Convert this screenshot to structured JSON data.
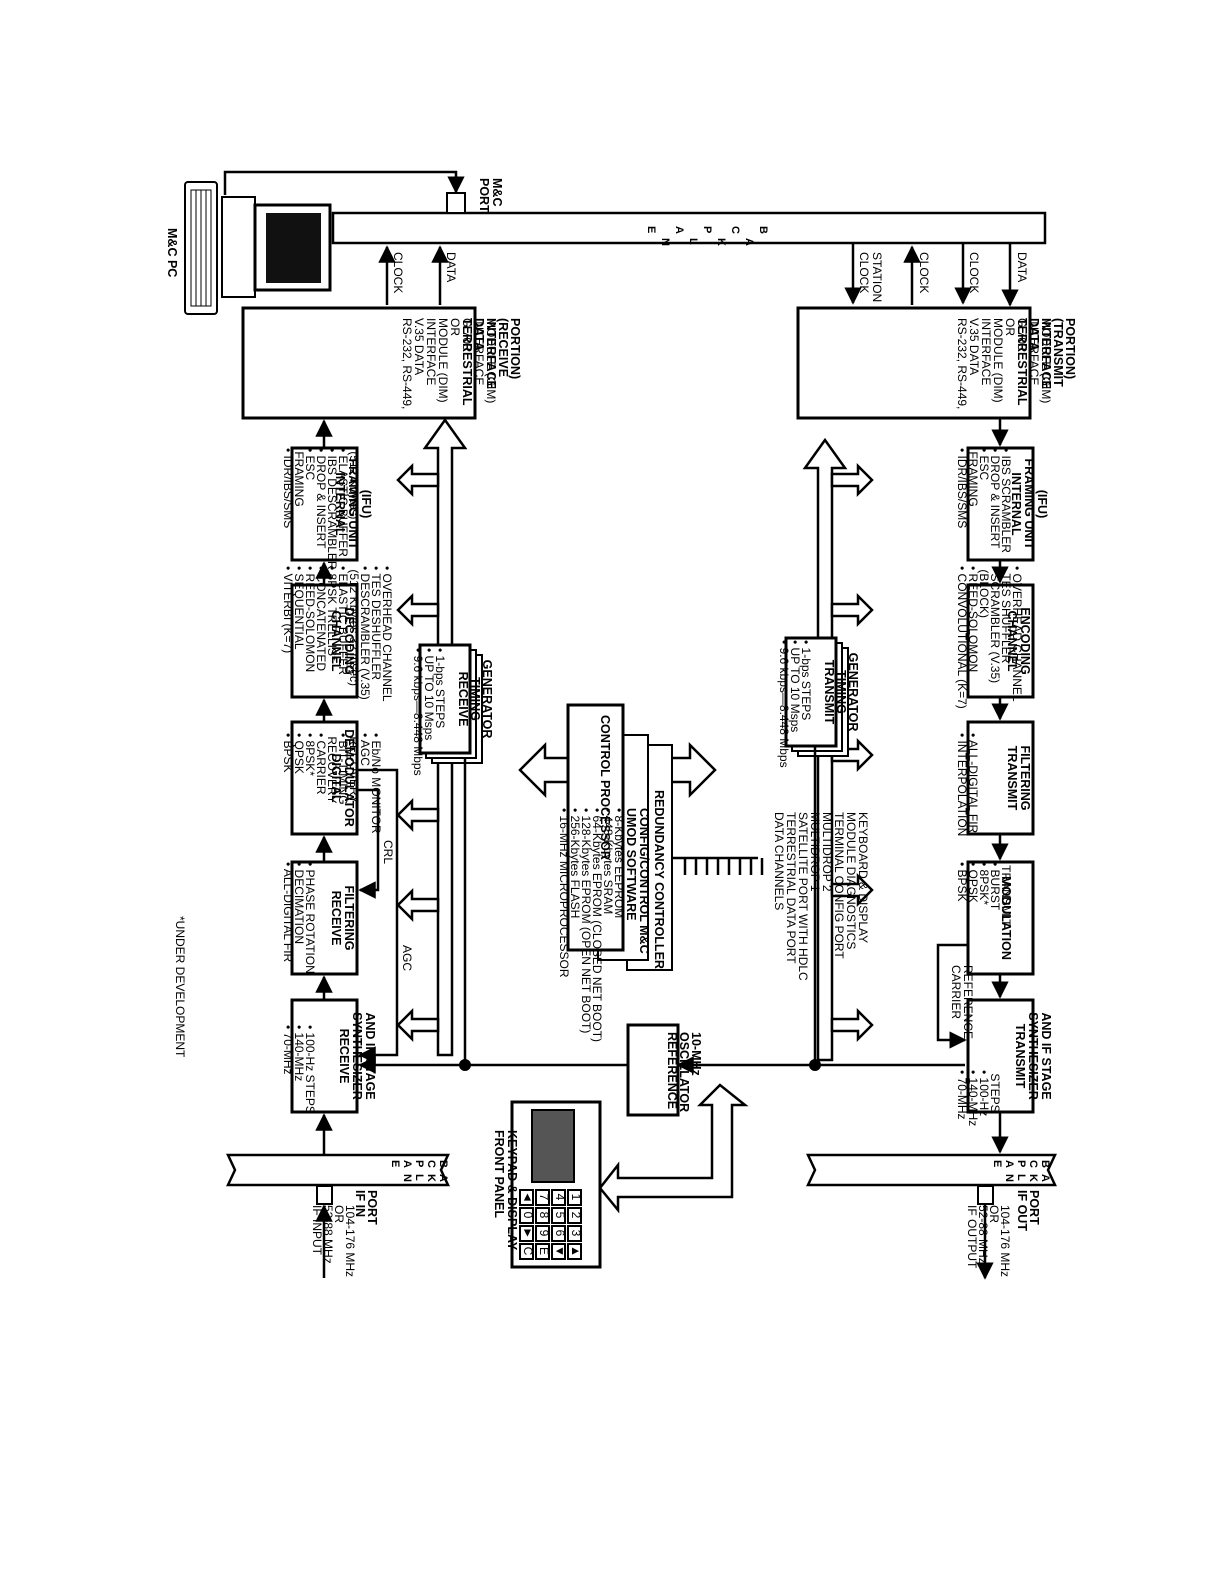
{
  "diagram": {
    "title_label": "M&C PC",
    "mc_port": [
      "M&C",
      "PORT"
    ],
    "backplane_letters": [
      "B",
      "A",
      "C",
      "K",
      "P",
      "L",
      "A",
      "N",
      "E"
    ],
    "tx_signals": [
      "DATA",
      "CLOCK",
      "CLOCK",
      "STATION",
      "CLOCK"
    ],
    "rx_signals": [
      "DATA",
      "CLOCK"
    ],
    "tx_terrestrial": {
      "title": [
        "TERRESTRIAL",
        "DATA",
        "INTERFACE",
        "(TRANSMIT",
        "PORTION)"
      ],
      "body": [
        "RS-232, RS-449,",
        "V.35 DATA",
        "INTERFACE",
        "MODULE (DIM)",
        "",
        "OR",
        "",
        "G.703",
        "INTERFACE",
        "MODULE (GIM)"
      ]
    },
    "rx_terrestrial": {
      "title": [
        "TERRESTRIAL",
        "DATA",
        "INTERFACE",
        "(RECEIVE",
        "PORTION)"
      ],
      "body": [
        "RS-232, RS-449,",
        "V.35 DATA",
        "INTERFACE",
        "MODULE (DIM)",
        "",
        "OR",
        "",
        "G.703",
        "INTERFACE",
        "MODULE (GIM)"
      ]
    },
    "tx_ifu": {
      "title": [
        "INTERNAL",
        "FRAMING UNIT",
        "(IFU)"
      ],
      "bullets": [
        "• IDR/IBS/SMS",
        "      FRAMING",
        "• ESC",
        "• DROP & INSERT",
        "• IBS SCRAMBLER"
      ]
    },
    "rx_ifu": {
      "title": [
        "INTERNAL",
        "FRAMING UNIT",
        "(IFU)"
      ],
      "bullets": [
        "• IDR/IBS/SMS",
        "      FRAMING",
        "• ESC",
        "• DROP & INSERT",
        "• IBS DESCRAMBLER",
        "• ELASTIC BUFFER",
        "      (512 Kbytes)"
      ]
    },
    "tx_encoding": {
      "title": [
        "CHANNEL",
        "ENCODING"
      ],
      "bullets": [
        "• CONVOLUTIONAL (K=7)",
        "• REED-SOLOMON",
        "      (BLOCK)",
        "• SCRAMBLER (V.35)",
        "• TES SHUFFLER",
        "• OVERHEAD CHANNEL"
      ]
    },
    "rx_decoding": {
      "title": [
        "CHANNEL",
        "DECODING"
      ],
      "bullets": [
        "• VITERBI (K=7)",
        "• SEQUENTIAL",
        "• REED-SOLOMON",
        "• CONCATENATED",
        "• 8PSK TRELLIS*",
        "• ELASTIC BUFFER",
        "   (512 Kbytes 32 msec)",
        "• DESCRAMBLER (V.35)",
        "• TES DESHUFFLER",
        "• OVERHEAD CHANNEL"
      ]
    },
    "tx_filtering": {
      "title": [
        "TRANSMIT",
        "FILTERING"
      ],
      "bullets": [
        "• INTERPOLATION",
        "• ALL-DIGITAL FIR"
      ]
    },
    "rx_demod": {
      "title": [
        "DIGITAL",
        "DEMODULATOR"
      ],
      "bullets": [
        "• BPSK",
        "• QPSK",
        "• 8PSK*",
        "• CARRIER",
        "      RECOVERY",
        "• BIT-TIMING",
        "      RECOVERY",
        "• AGC",
        "• Eb/No MONITOR"
      ]
    },
    "tx_modulation": {
      "title": [
        "MODULATION"
      ],
      "bullets": [
        "• BPSK",
        "• QPSK",
        "• 8PSK*",
        "• BURST",
        "     TRANSMIT"
      ]
    },
    "rx_filtering": {
      "title": [
        "RECEIVE",
        "FILTERING"
      ],
      "bullets": [
        "• ALL-DIGITAL FIR",
        "• DECIMATION",
        "• PHASE ROTATION"
      ]
    },
    "tx_synth": {
      "title": [
        "TRANSMIT",
        "SYNTHESIZER",
        "AND IF STAGE"
      ],
      "bullets": [
        "• 70-MHz",
        "• 140-MHz",
        "• 100-Hz",
        "      STEPS"
      ]
    },
    "rx_synth": {
      "title": [
        "RECEIVE",
        "SYNTHESIZER",
        "AND IF STAGE"
      ],
      "bullets": [
        "• 70-MHz",
        "• 140-MHz",
        "• 100-Hz STEPS"
      ]
    },
    "tx_timing": {
      "title": [
        "TRANSMIT",
        "TIMING",
        "GENERATOR"
      ],
      "bullets": [
        "• 9.6 kbps—8.448 Mbps",
        "• UP TO 10 Msps",
        "• 1-bps STEPS"
      ]
    },
    "rx_timing": {
      "title": [
        "RECEIVE",
        "TIMING",
        "GENERATOR"
      ],
      "bullets": [
        "• 9.6 kbps—8.448 Mbps",
        "• UP TO 10 Msps",
        "• 1-bps STEPS"
      ]
    },
    "control_processor": {
      "title": [
        "CONTROL PROCESSOR"
      ],
      "bullets": [
        "• 16-MHz MICROPROCESSOR",
        "• 256-Kbytes FLASH",
        "• 128-Kbytes EPROM (OPEN NET BOOT)",
        "• 64-Kbytes EPROM (CLOSED NET BOOT)",
        "• 448-Kbytes SRAM",
        "• 8-Kbytes EEPROM"
      ]
    },
    "umod": [
      "UMOD SOFTWARE",
      "CONFIG/CONTROL M&C"
    ],
    "redundancy": [
      "REDUNDANCY CONTROLLER"
    ],
    "data_channels": [
      "DATA CHANNELS",
      "TERRESTRIAL DATA PORT",
      "SATELLITE PORT WITH HDLC",
      "MULTIDROP 1",
      "MULTIDROP 2",
      "TERMINAL CONFIG PORT",
      "MODULE DIAGNOSTICS",
      "KEYBOARD & DISPLAY"
    ],
    "ref_osc": [
      "REFERENCE",
      "OSCILLATOR",
      "10-MHz"
    ],
    "front_panel": [
      "FRONT PANEL",
      "KEYPAD & DISPLAY"
    ],
    "keypad": [
      "1",
      "2",
      "3",
      "▲",
      "4",
      "5",
      "6",
      "▼",
      "7",
      "8",
      "9",
      "E",
      "◄",
      "0",
      "►",
      "C"
    ],
    "carrier_ref": [
      "CARRIER",
      "REFERENCE"
    ],
    "crl": "CRL",
    "agc": "AGC",
    "if_out": {
      "port": [
        "IF OUT",
        "PORT"
      ],
      "desc": [
        "IF OUTPUT",
        "52-88 MHz",
        "OR",
        "104-176 MHz"
      ]
    },
    "if_in": {
      "port": [
        "IF IN",
        "PORT"
      ],
      "desc": [
        "IF INPUT",
        "52-88 MHz",
        "OR",
        "104-176 MHz"
      ]
    },
    "footnote": "*UNDER DEVELOPMENT"
  }
}
